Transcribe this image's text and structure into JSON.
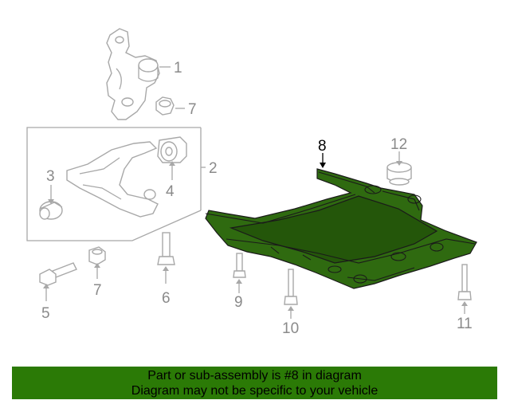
{
  "callouts": {
    "c1": "1",
    "c2": "2",
    "c3": "3",
    "c4": "4",
    "c5": "5",
    "c6": "6",
    "c7a": "7",
    "c7b": "7",
    "c8": "8",
    "c9": "9",
    "c10": "10",
    "c11": "11",
    "c12": "12"
  },
  "highlighted_part": "8",
  "colors": {
    "highlight": "#2b7a06",
    "outline": "#a8a8a8",
    "callout_text": "#8a8a8a"
  },
  "banner": {
    "line1": "Part or sub-assembly is #8 in diagram",
    "line2": "Diagram may not be specific to your vehicle"
  }
}
